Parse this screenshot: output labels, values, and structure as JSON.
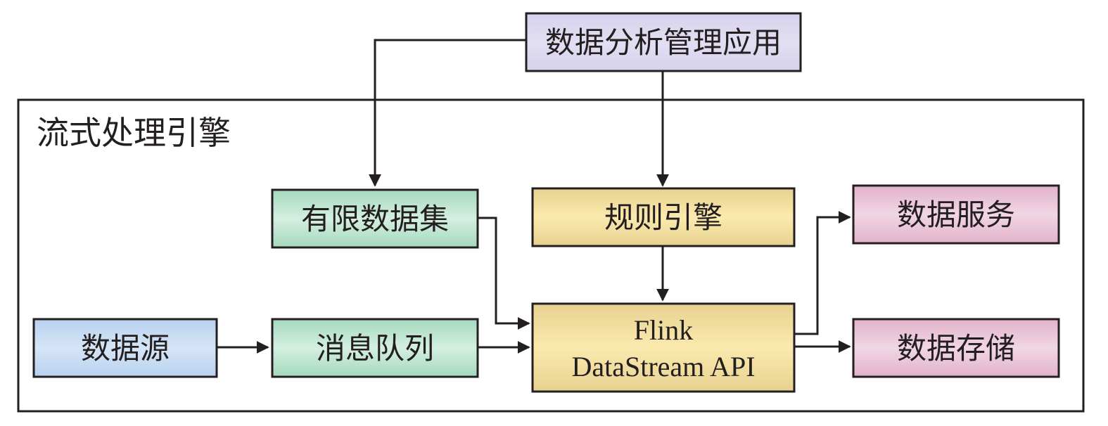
{
  "title": "流式处理引擎架构图",
  "colors": {
    "stroke": "#231f20",
    "purple": "#dcd7ee",
    "green": "#b8e3cc",
    "yellow": "#f1dd9c",
    "pink": "#e8c3d6",
    "blue": "#c5daf1"
  },
  "frame": {
    "label": "流式处理引擎"
  },
  "nodes": {
    "app": {
      "label": "数据分析管理应用"
    },
    "bounded": {
      "label": "有限数据集"
    },
    "rules": {
      "label": "规则引擎"
    },
    "service": {
      "label": "数据服务"
    },
    "source": {
      "label": "数据源"
    },
    "queue": {
      "label": "消息队列"
    },
    "flink": {
      "line1": "Flink",
      "line2": "DataStream API"
    },
    "storage": {
      "label": "数据存储"
    }
  },
  "edges": [
    {
      "from": "数据分析管理应用",
      "to": "有限数据集"
    },
    {
      "from": "数据分析管理应用",
      "to": "规则引擎"
    },
    {
      "from": "规则引擎",
      "to": "Flink DataStream API"
    },
    {
      "from": "有限数据集",
      "to": "Flink DataStream API"
    },
    {
      "from": "数据源",
      "to": "消息队列"
    },
    {
      "from": "消息队列",
      "to": "Flink DataStream API"
    },
    {
      "from": "Flink DataStream API",
      "to": "数据服务"
    },
    {
      "from": "Flink DataStream API",
      "to": "数据存储"
    }
  ]
}
